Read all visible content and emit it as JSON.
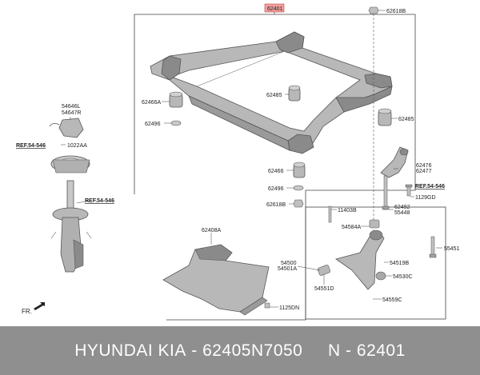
{
  "labels": {
    "main_part": "62401",
    "p62618B_top": "62618B",
    "p62466A": "62466A",
    "p62496_left": "62496",
    "p62485_mid": "62485",
    "p62485_right": "62485",
    "p54646L": "54646L",
    "p54647R": "54647R",
    "ref1": "REF.54-546",
    "p1022AA": "1022AA",
    "ref2": "REF.54-546",
    "p62476": "62476",
    "p62477": "62477",
    "ref3": "REF.54-546",
    "p1129GD": "1129GD",
    "p62466": "62466",
    "p62496_lower": "62496",
    "p62618B_lower": "62618B",
    "p62492": "62492",
    "p55448": "55448",
    "p11403B": "11403B",
    "p54584A": "54584A",
    "p62408A": "62408A",
    "p55451": "55451",
    "p54500": "54500",
    "p54501A": "54501A",
    "p54519B": "54519B",
    "p54530C": "54530C",
    "p54551D": "54551D",
    "p54559C": "54559C",
    "p1125DN": "1125DN",
    "fr": "FR."
  },
  "footer": {
    "brand": "HYUNDAI KIA",
    "sep1": " - ",
    "part_number": "62405N7050",
    "gap": "     ",
    "n_prefix": "N",
    "sep2": " - ",
    "n_number": "62401"
  },
  "colors": {
    "part_fill": "#b8b8b8",
    "part_dark": "#8a8a8a",
    "label_highlight": "#f2a0a0",
    "footer_bg": "#8f8f8f"
  }
}
